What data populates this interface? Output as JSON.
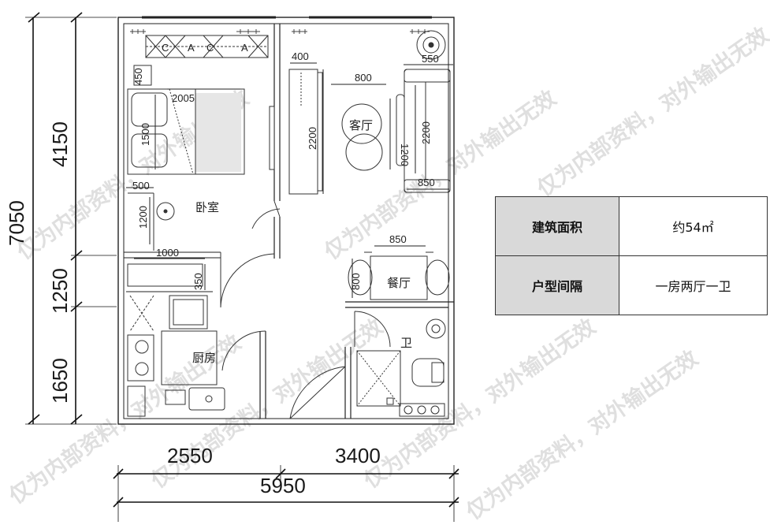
{
  "dimensions": {
    "total_height": "7050",
    "height_segments": [
      "4150",
      "1250",
      "1650"
    ],
    "width_segments": [
      "2550",
      "3400"
    ],
    "total_width": "5950"
  },
  "furniture_dims": {
    "d400": "400",
    "d450": "450",
    "d550": "550",
    "d800": "800",
    "d2005": "2005",
    "d1500": "1500",
    "d2200a": "2200",
    "d1200a": "1200",
    "d2200b": "2200",
    "d850a": "850",
    "d500": "500",
    "d1200b": "1200",
    "d1000": "1000",
    "d350": "350",
    "d850b": "850",
    "d800b": "800"
  },
  "rooms": {
    "living": "客厅",
    "bedroom": "卧室",
    "dining": "餐厅",
    "kitchen": "厨房",
    "bath": "卫"
  },
  "info_table": {
    "rows": [
      {
        "label": "建筑面积",
        "value": "约54㎡"
      },
      {
        "label": "户型间隔",
        "value": "一房两厅一卫"
      }
    ]
  },
  "watermark": "仅为内部资料，对外输出无效"
}
